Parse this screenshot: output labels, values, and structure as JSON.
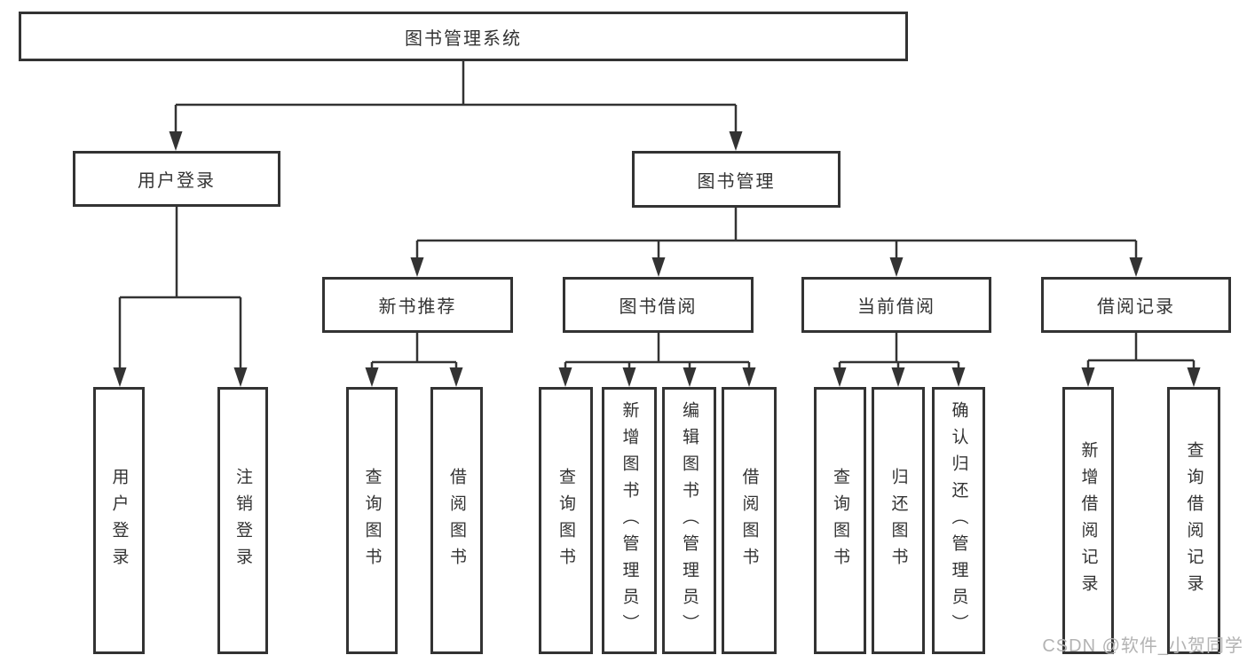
{
  "diagram": {
    "title": "图书管理系统",
    "tree": {
      "label": "图书管理系统",
      "children": [
        {
          "label": "用户登录",
          "children": [
            {
              "label": "用户登录"
            },
            {
              "label": "注销登录"
            }
          ]
        },
        {
          "label": "图书管理",
          "children": [
            {
              "label": "新书推荐",
              "children": [
                {
                  "label": "查询图书"
                },
                {
                  "label": "借阅图书"
                }
              ]
            },
            {
              "label": "图书借阅",
              "children": [
                {
                  "label": "查询图书"
                },
                {
                  "label": "新增图书（管理员）"
                },
                {
                  "label": "编辑图书（管理员）"
                },
                {
                  "label": "借阅图书"
                }
              ]
            },
            {
              "label": "当前借阅",
              "children": [
                {
                  "label": "查询图书"
                },
                {
                  "label": "归还图书"
                },
                {
                  "label": "确认归还（管理员）"
                }
              ]
            },
            {
              "label": "借阅记录",
              "children": [
                {
                  "label": "新增借阅记录"
                },
                {
                  "label": "查询借阅记录"
                }
              ]
            }
          ]
        }
      ]
    }
  },
  "nodes": {
    "root": "图书管理系统",
    "user_login": "用户登录",
    "book_mgmt": "图书管理",
    "new_book_rec": "新书推荐",
    "book_borrow": "图书借阅",
    "current_borrow": "当前借阅",
    "borrow_record": "借阅记录",
    "leaf_user_login": "用户登录",
    "leaf_logout": "注销登录",
    "leaf_query_book_a": "查询图书",
    "leaf_borrow_book_a": "借阅图书",
    "leaf_query_book_b": "查询图书",
    "leaf_add_book_admin": "新增图书（管理员）",
    "leaf_edit_book_admin": "编辑图书（管理员）",
    "leaf_borrow_book_b": "借阅图书",
    "leaf_query_book_c": "查询图书",
    "leaf_return_book": "归还图书",
    "leaf_confirm_return_admin": "确认归还（管理员）",
    "leaf_add_borrow_record": "新增借阅记录",
    "leaf_query_borrow_record": "查询借阅记录"
  },
  "watermark": {
    "text": "CSDN @软件_小贺同学"
  },
  "colors": {
    "line": "#333333",
    "box_border": "#333333",
    "text": "#333333",
    "watermark": "#b3b3b3",
    "background": "#ffffff"
  }
}
